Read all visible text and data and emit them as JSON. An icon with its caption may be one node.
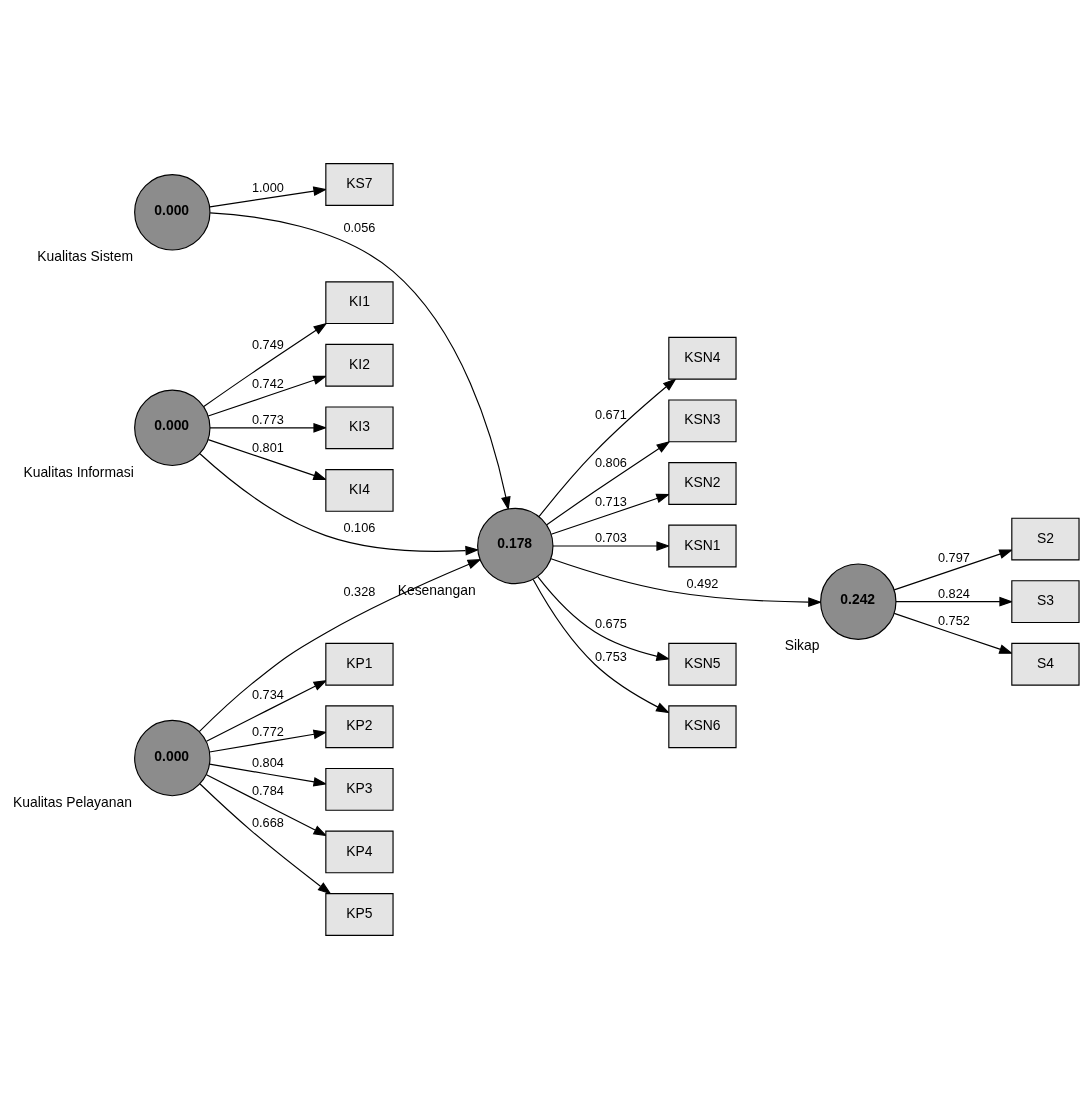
{
  "diagram": {
    "nodes": [
      {
        "text": [
          "0.000"
        ],
        "beside": [
          "Kualitas Sistem"
        ]
      },
      {
        "text": [
          "KS7"
        ]
      },
      {
        "text": [
          "KI1"
        ]
      },
      {
        "text": [
          "KI2"
        ]
      },
      {
        "text": [
          "KI3"
        ]
      },
      {
        "text": [
          "KI4"
        ]
      },
      {
        "text": [
          "0.000"
        ],
        "beside": [
          "Kualitas Informasi"
        ]
      },
      {
        "text": [
          "KSN4"
        ]
      },
      {
        "text": [
          "KSN3"
        ]
      },
      {
        "text": [
          "KSN2"
        ]
      },
      {
        "text": [
          "KSN1"
        ]
      },
      {
        "text": [
          "0.178"
        ],
        "beside": [
          "Kesenangan"
        ]
      },
      {
        "text": [
          "S2"
        ]
      },
      {
        "text": [
          "S3"
        ]
      },
      {
        "text": [
          "0.242"
        ],
        "beside": [
          "Sikap"
        ]
      },
      {
        "text": [
          "S4"
        ]
      },
      {
        "text": [
          "KSN5"
        ]
      },
      {
        "text": [
          "KSN6"
        ]
      },
      {
        "text": [
          "0.000"
        ],
        "beside": [
          "Kualitas Pelayanan"
        ]
      },
      {
        "text": [
          "KP1"
        ]
      },
      {
        "text": [
          "KP2"
        ]
      },
      {
        "text": [
          "KP3"
        ]
      },
      {
        "text": [
          "KP4"
        ]
      },
      {
        "text": [
          "KP5"
        ]
      }
    ],
    "edges": [
      {
        "from": 0,
        "to": 1,
        "arrow": "to",
        "label": "1.000"
      },
      {
        "from": 0,
        "to": 11,
        "arrow": "to",
        "label": "0.056"
      },
      {
        "from": 6,
        "to": 2,
        "arrow": "to",
        "label": "0.749"
      },
      {
        "from": 6,
        "to": 3,
        "arrow": "to",
        "label": "0.742"
      },
      {
        "from": 6,
        "to": 4,
        "arrow": "to",
        "label": "0.773"
      },
      {
        "from": 6,
        "to": 5,
        "arrow": "to",
        "label": "0.801"
      },
      {
        "from": 6,
        "to": 11,
        "arrow": "to",
        "label": "0.106"
      },
      {
        "from": 11,
        "to": 7,
        "arrow": "to",
        "label": "0.671"
      },
      {
        "from": 11,
        "to": 8,
        "arrow": "to",
        "label": "0.806"
      },
      {
        "from": 11,
        "to": 9,
        "arrow": "to",
        "label": "0.713"
      },
      {
        "from": 11,
        "to": 10,
        "arrow": "to",
        "label": "0.703"
      },
      {
        "from": 11,
        "to": 14,
        "arrow": "to",
        "label": "0.492"
      },
      {
        "from": 14,
        "to": 13,
        "arrow": "to",
        "label": "0.824"
      },
      {
        "from": 14,
        "to": 12,
        "arrow": "to",
        "label": "0.797"
      },
      {
        "from": 14,
        "to": 15,
        "arrow": "to",
        "label": "0.752"
      },
      {
        "from": 11,
        "to": 16,
        "arrow": "to",
        "label": "0.675"
      },
      {
        "from": 11,
        "to": 17,
        "arrow": "to",
        "label": "0.753"
      },
      {
        "from": 18,
        "to": 11,
        "arrow": "to",
        "label": "0.328"
      },
      {
        "from": 18,
        "to": 19,
        "arrow": "to",
        "label": "0.734"
      },
      {
        "from": 18,
        "to": 20,
        "arrow": "to",
        "label": "0.772"
      },
      {
        "from": 18,
        "to": 21,
        "arrow": "to",
        "label": "0.804"
      },
      {
        "from": 18,
        "to": 22,
        "arrow": "to",
        "label": "0.784"
      },
      {
        "from": 18,
        "to": 23,
        "arrow": "to",
        "label": "0.668"
      }
    ]
  }
}
